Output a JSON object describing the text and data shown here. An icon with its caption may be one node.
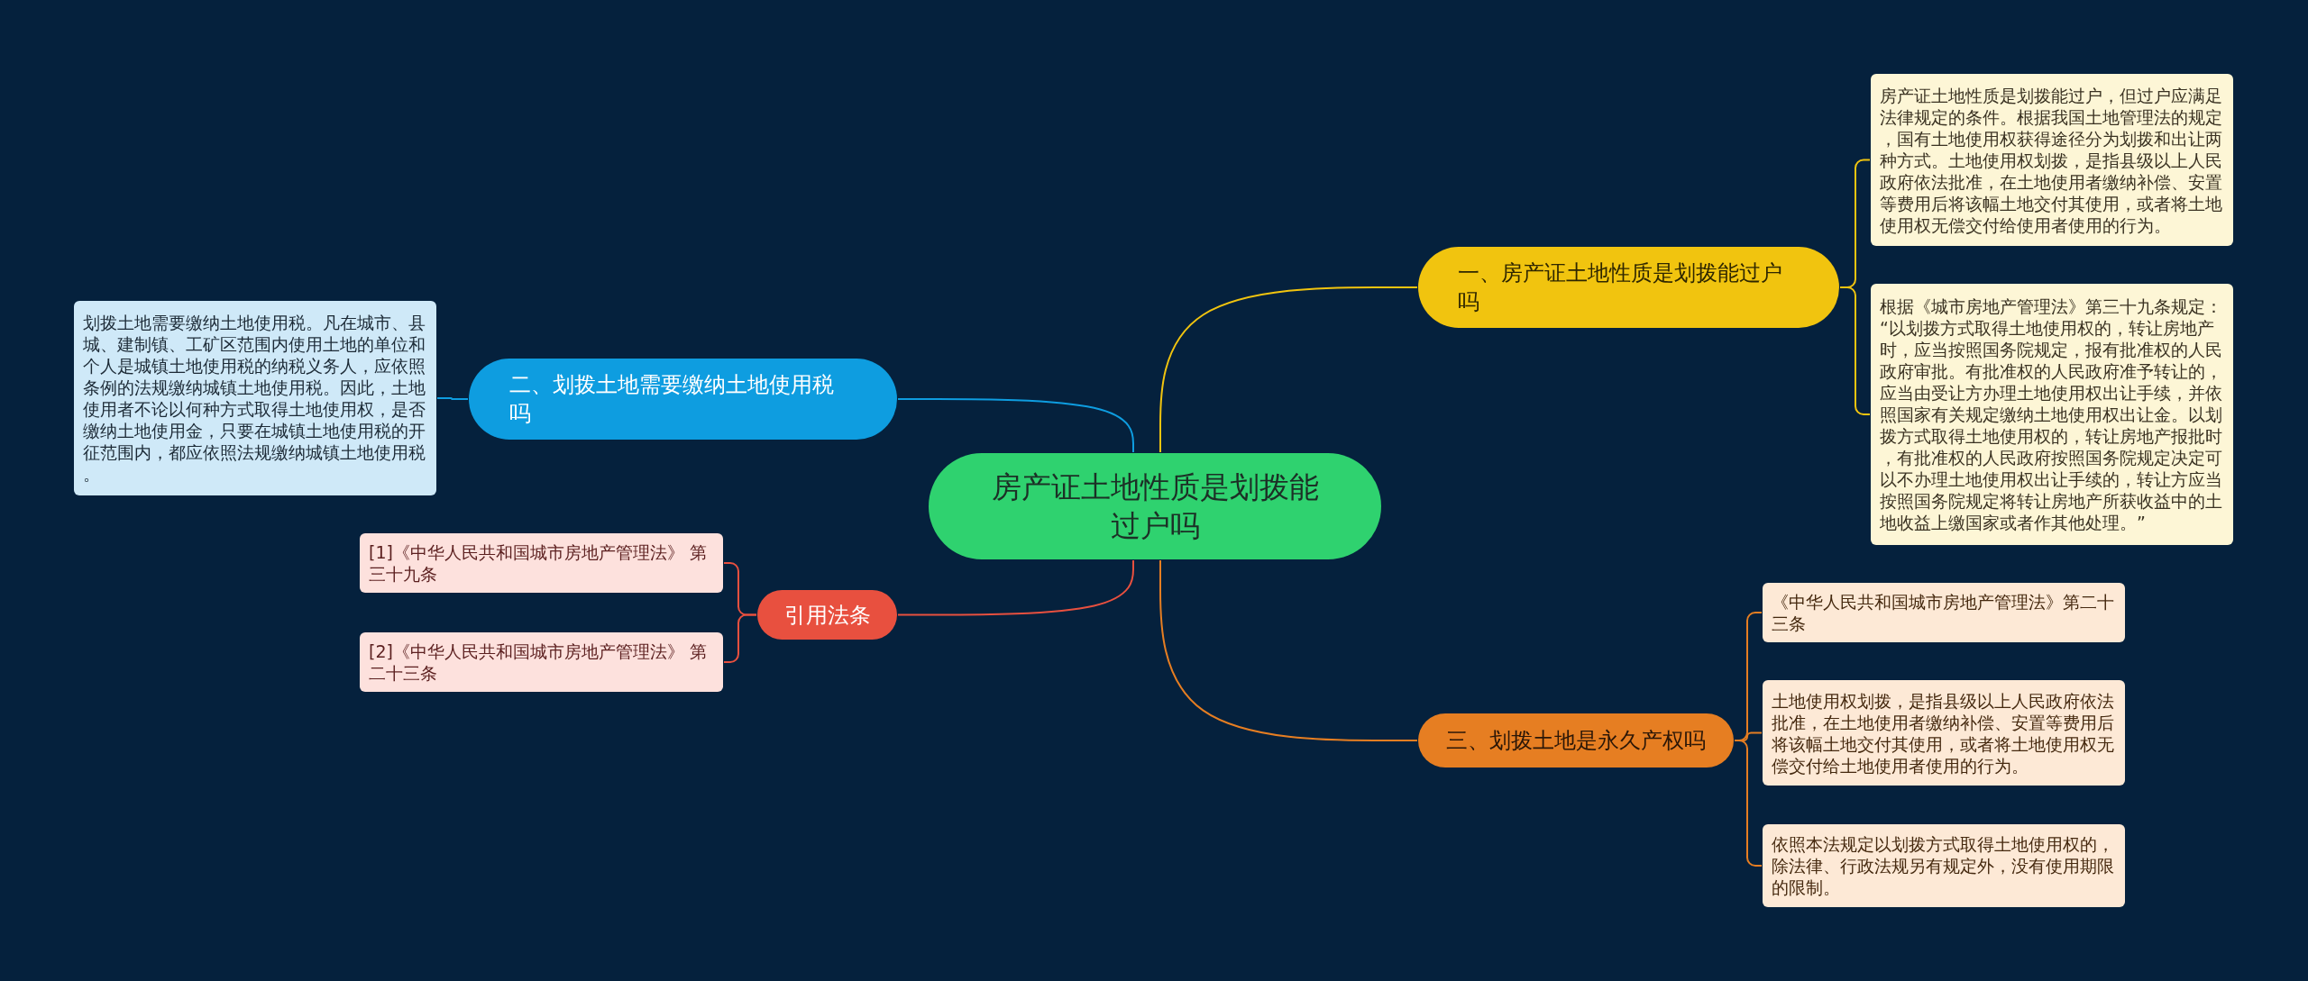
{
  "diagram": {
    "nodes": [
      {
        "text": [
          "房产证土地性质是划拨能过户吗"
        ]
      },
      {
        "text": [
          "一、房产证土地性质是划拨能过户吗"
        ]
      },
      {
        "text": [
          "房产证土地性质是划拨能过户，但过户应满足法律规定的条件。根据我国土地管理法的规定，国有土地使用权获得途径分为划拨和出让两种方式。土地使用权划拨，是指县级以上人民政府依法批准，在土地使用者缴纳补偿、安置等费用后将该幅土地交付其使用，或者将土地使用权无偿交付给使用者使用的行为。"
        ]
      },
      {
        "text": [
          "根据《城市房地产管理法》第三十九条规定：“以划拨方式取得土地使用权的，转让房地产时，应当按照国务院规定，报有批准权的人民政府审批。有批准权的人民政府准予转让的，应当由受让方办理土地使用权出让手续，并依照国家有关规定缴纳土地使用权出让金。以划拨方式取得土地使用权的，转让房地产报批时，有批准权的人民政府按照国务院规定决定可以不办理土地使用权出让手续的，转让方应当按照国务院规定将转让房地产所获收益中的土地收益上缴国家或者作其他处理。”"
        ]
      },
      {
        "text": [
          "二、划拨土地需要缴纳土地使用税吗"
        ]
      },
      {
        "text": [
          "划拨土地需要缴纳土地使用税。凡在城市、县城、建制镇、工矿区范围内使用土地的单位和个人是城镇土地使用税的纳税义务人，应依照条例的法规缴纳城镇土地使用税。因此，土地使用者不论以何种方式取得土地使用权，是否缴纳土地使用金，只要在城镇土地使用税的开征范围内，都应依照法规缴纳城镇土地使用税。"
        ]
      },
      {
        "text": [
          "引用法条"
        ]
      },
      {
        "text": [
          "[1]《中华人民共和国城市房地产管理法》 第三十九条"
        ]
      },
      {
        "text": [
          "[2]《中华人民共和国城市房地产管理法》 第二十三条"
        ]
      },
      {
        "text": [
          "三、划拨土地是永久产权吗"
        ]
      },
      {
        "text": [
          "《中华人民共和国城市房地产管理法》第二十三条"
        ]
      },
      {
        "text": [
          "土地使用权划拨，是指县级以上人民政府依法批准，在土地使用者缴纳补偿、安置等费用后将该幅土地交付其使用，或者将土地使用权无偿交付给土地使用者使用的行为。"
        ]
      },
      {
        "text": [
          "依照本法规定以划拨方式取得土地使用权的，除法律、行政法规另有规定外，没有使用期限的限制。"
        ]
      }
    ],
    "edges": [
      {
        "from": 0,
        "to": 1,
        "arrow": "none",
        "color": "#f1c40f"
      },
      {
        "from": 1,
        "to": 2,
        "arrow": "none",
        "color": "#f1c40f"
      },
      {
        "from": 1,
        "to": 3,
        "arrow": "none",
        "color": "#f1c40f"
      },
      {
        "from": 0,
        "to": 4,
        "arrow": "none",
        "color": "#0e9de0"
      },
      {
        "from": 4,
        "to": 5,
        "arrow": "none",
        "color": "#0e9de0"
      },
      {
        "from": 0,
        "to": 6,
        "arrow": "none",
        "color": "#e8503f"
      },
      {
        "from": 6,
        "to": 7,
        "arrow": "none",
        "color": "#e8503f"
      },
      {
        "from": 6,
        "to": 8,
        "arrow": "none",
        "color": "#e8503f"
      },
      {
        "from": 0,
        "to": 9,
        "arrow": "none",
        "color": "#e67e22"
      },
      {
        "from": 9,
        "to": 10,
        "arrow": "none",
        "color": "#e67e22"
      },
      {
        "from": 9,
        "to": 11,
        "arrow": "none",
        "color": "#e67e22"
      },
      {
        "from": 9,
        "to": 12,
        "arrow": "none",
        "color": "#e67e22"
      }
    ]
  }
}
